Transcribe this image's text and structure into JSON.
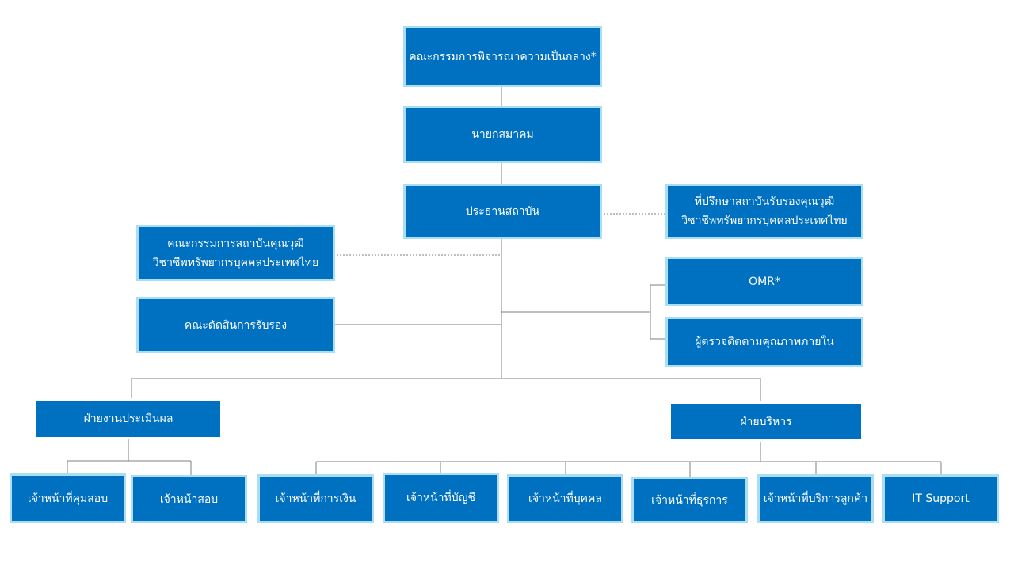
{
  "boxes": {
    "neutral_committee": "คณะกรรมการพิจารณาความเป็นกลาง*",
    "association_president": "นายกสมาคม",
    "institute_chair": "ประธานสถาบัน",
    "advisor_line1": "ที่ปรึกษาสถาบันรับรองคุณวุฒิ",
    "advisor_line2": "วิชาชีพทรัพยากรบุคคลประเทศไทย",
    "institute_committee_line1": "คณะกรรมการสถาบันคุณวุฒิ",
    "institute_committee_line2": "วิชาชีพทรัพยากรบุคคลประเทศไทย",
    "omr": "OMR*",
    "quality_auditor": "ผู้ตรวจติดตามคุณภาพภายใน",
    "certification_committee": "คณะตัดสินการรับรอง",
    "assessment_dept": "ฝ่ายงานประเมินผล",
    "admin_dept": "ฝ่ายบริหาร",
    "exam_supervisor": "เจ้าหน้าที่คุมสอบ",
    "examiner": "เจ้าหน้าสอบ",
    "finance_officer": "เจ้าหน้าที่การเงิน",
    "accounting_officer": "เจ้าหน้าที่บัญชี",
    "hr_officer": "เจ้าหน้าที่บุคคล",
    "admin_officer": "เจ้าหน้าที่ธุรการ",
    "customer_service_officer": "เจ้าหน้าที่บริการลูกค้า",
    "it_support": "IT Support"
  },
  "colors": {
    "box_fill": "#0070c0",
    "box_border": "#a9def5",
    "line": "#7f7f7f"
  }
}
